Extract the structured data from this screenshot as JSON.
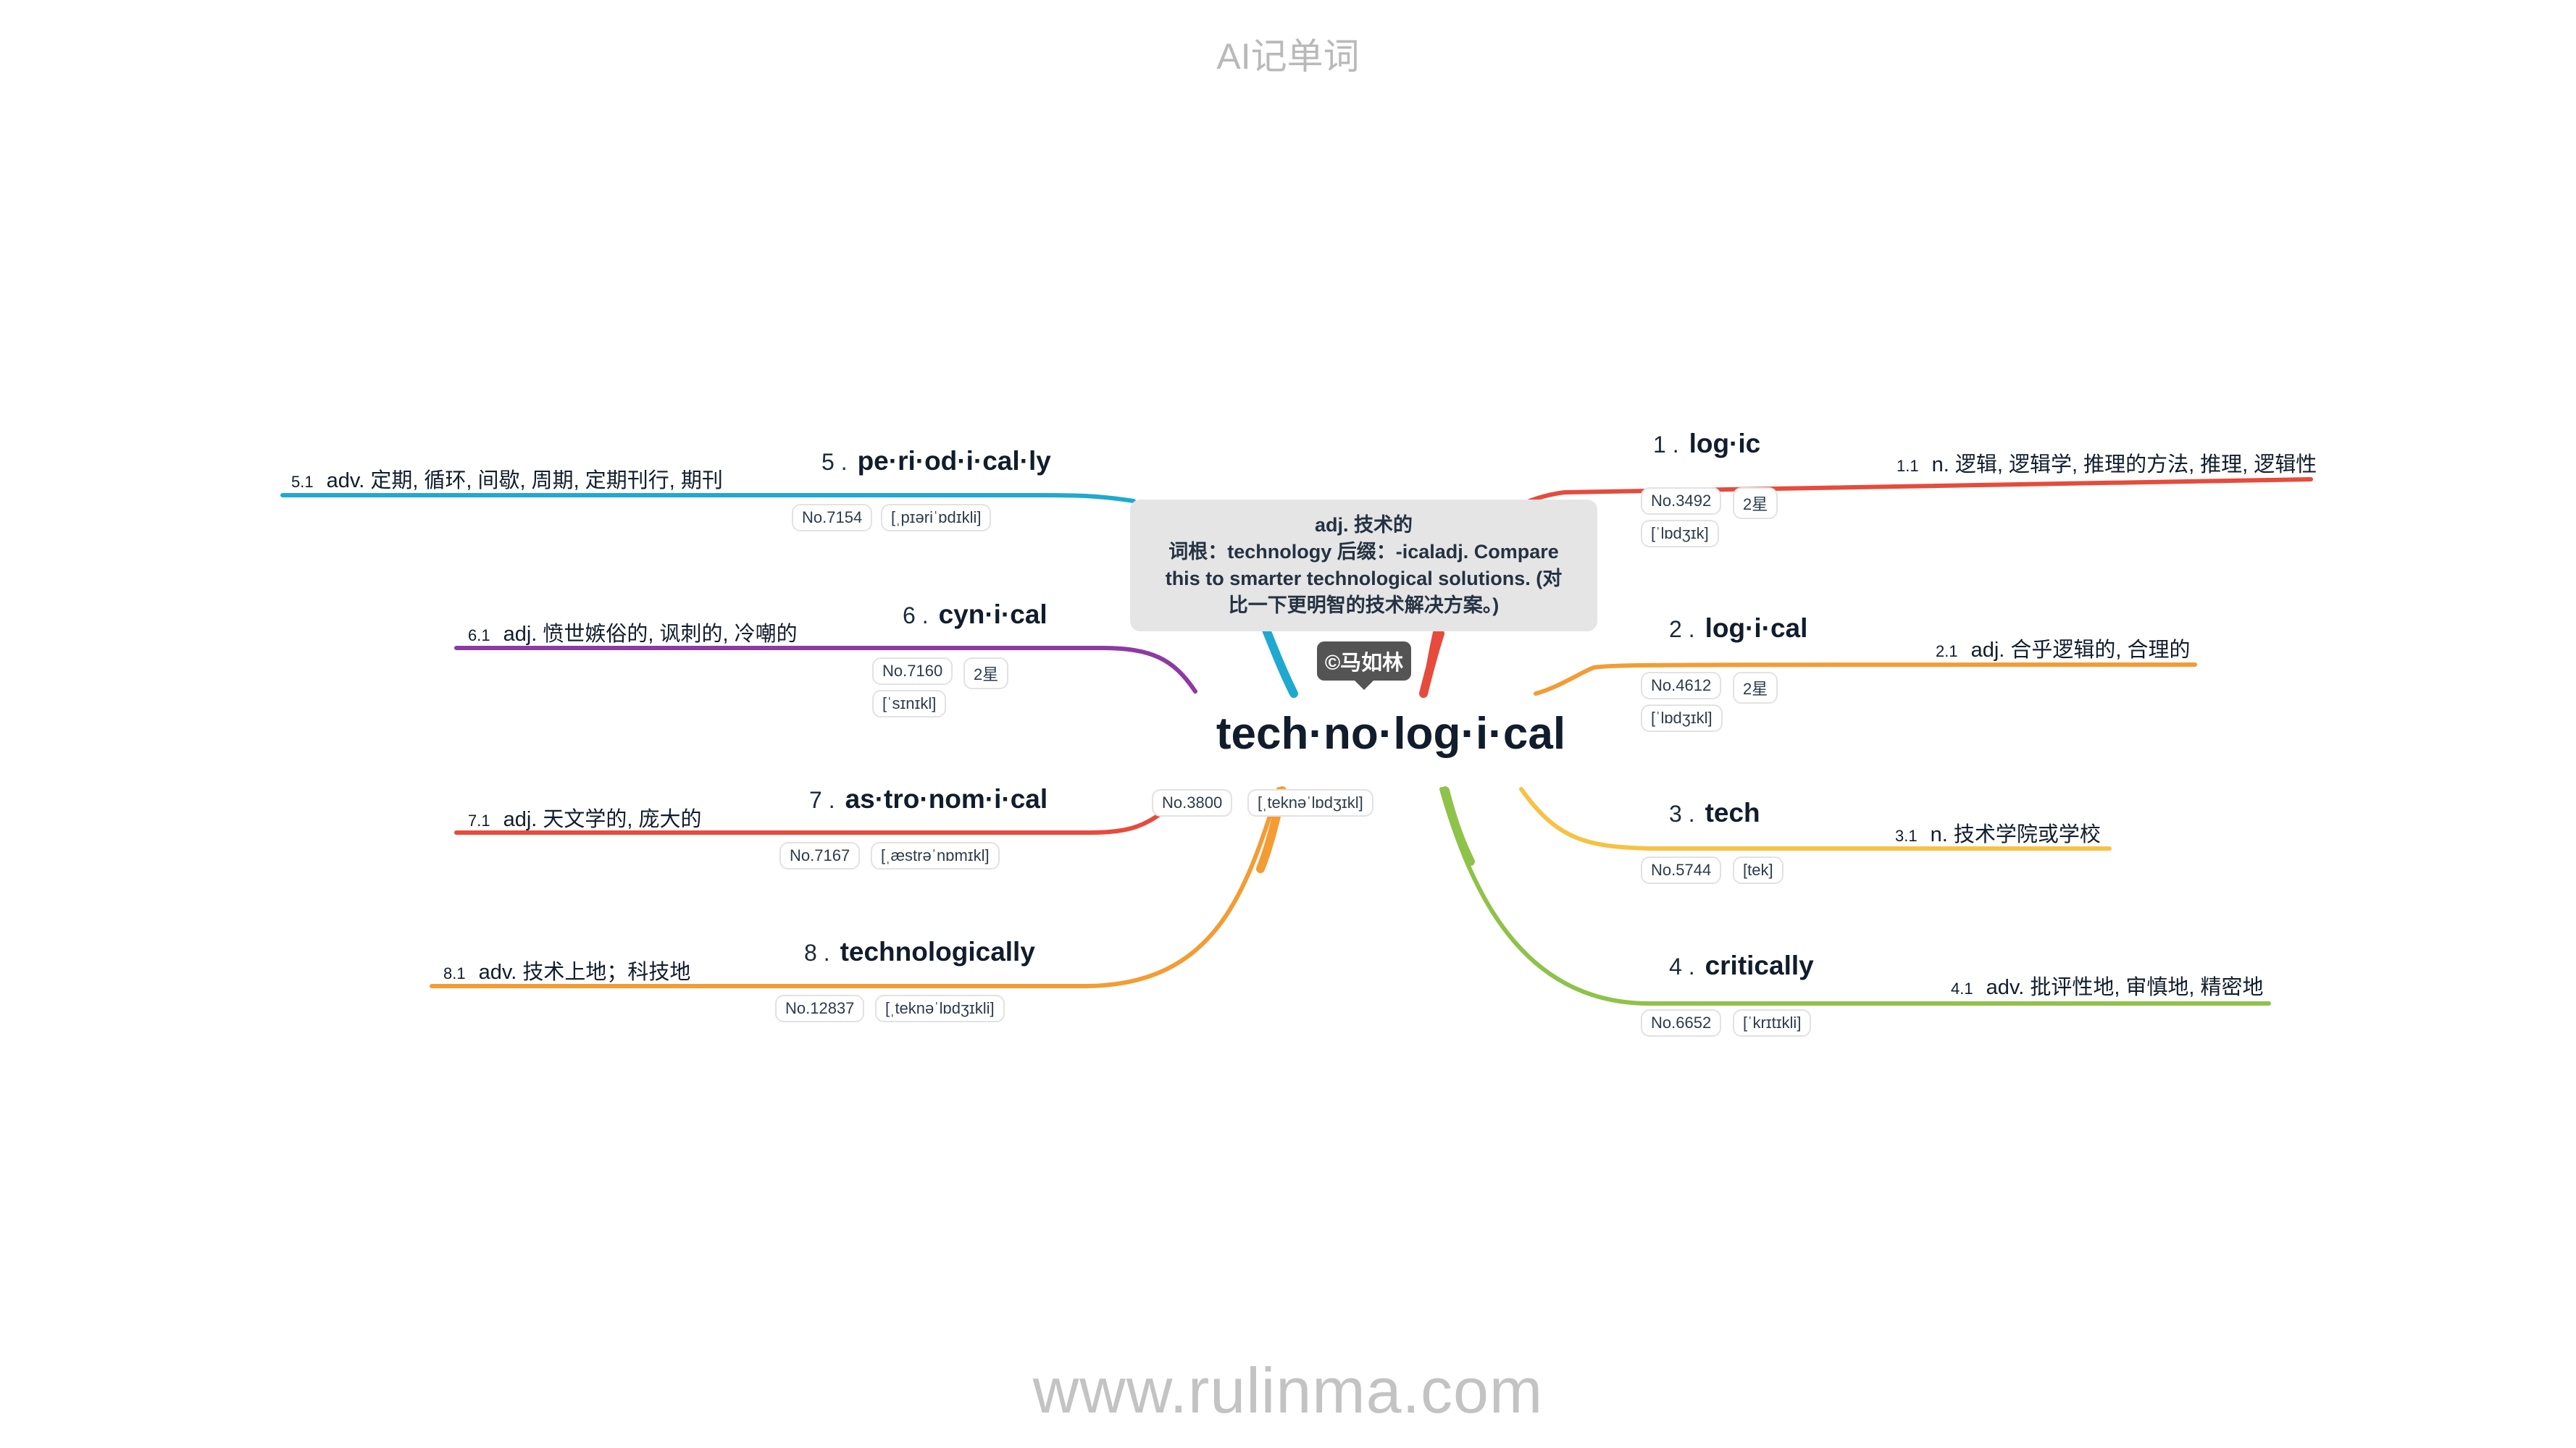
{
  "header": {
    "title": "AI记单词"
  },
  "footer": {
    "url": "www.rulinma.com"
  },
  "center": {
    "word": "tech·no·log·i·cal",
    "number": "No.3800",
    "phonetic": "[ˌteknəˈlɒdʒɪkl]",
    "note_lines": [
      "adj. 技术的",
      "词根：technology 后缀：-icaladj. Compare",
      "this to smarter technological solutions. (对",
      "比一下更明智的技术解决方案。)"
    ],
    "copyright": "©马如林"
  },
  "colors": {
    "red": "#e64b3c",
    "orange": "#f39c34",
    "yellow": "#f6c244",
    "green": "#8fc24a",
    "cyan": "#1fa9d1",
    "purple": "#8d3aa2"
  },
  "branches": [
    {
      "num": "1 .",
      "word": "log·ic",
      "number": "No.3492",
      "stars": "2星",
      "phonetic": "[ˈlɒdʒɪk]",
      "def_index": "1.1",
      "definition": "n. 逻辑, 逻辑学, 推理的方法, 推理, 逻辑性",
      "color": "#e64b3c"
    },
    {
      "num": "2 .",
      "word": "log·i·cal",
      "number": "No.4612",
      "stars": "2星",
      "phonetic": "[ˈlɒdʒɪkl]",
      "def_index": "2.1",
      "definition": "adj. 合乎逻辑的, 合理的",
      "color": "#f39c34"
    },
    {
      "num": "3 .",
      "word": "tech",
      "number": "No.5744",
      "phonetic": "[tek]",
      "def_index": "3.1",
      "definition": "n. 技术学院或学校",
      "color": "#f6c244"
    },
    {
      "num": "4 .",
      "word": "critically",
      "number": "No.6652",
      "phonetic": "[ˈkrɪtɪkli]",
      "def_index": "4.1",
      "definition": "adv. 批评性地, 审慎地, 精密地",
      "color": "#8fc24a"
    },
    {
      "num": "5 .",
      "word": "pe·ri·od·i·cal·ly",
      "number": "No.7154",
      "phonetic": "[ˌpɪəriˈɒdɪkli]",
      "def_index": "5.1",
      "definition": "adv. 定期, 循环, 间歇, 周期, 定期刊行, 期刊",
      "color": "#1fa9d1"
    },
    {
      "num": "6 .",
      "word": "cyn·i·cal",
      "number": "No.7160",
      "stars": "2星",
      "phonetic": "[ˈsɪnɪkl]",
      "def_index": "6.1",
      "definition": "adj. 愤世嫉俗的, 讽刺的, 冷嘲的",
      "color": "#8d3aa2"
    },
    {
      "num": "7 .",
      "word": "as·tro·nom·i·cal",
      "number": "No.7167",
      "phonetic": "[ˌæstrəˈnɒmɪkl]",
      "def_index": "7.1",
      "definition": "adj. 天文学的, 庞大的",
      "color": "#e64b3c"
    },
    {
      "num": "8 .",
      "word": "technologically",
      "number": "No.12837",
      "phonetic": "[ˌteknəˈlɒdʒɪkli]",
      "def_index": "8.1",
      "definition": "adv. 技术上地；科技地",
      "color": "#f39c34"
    }
  ]
}
